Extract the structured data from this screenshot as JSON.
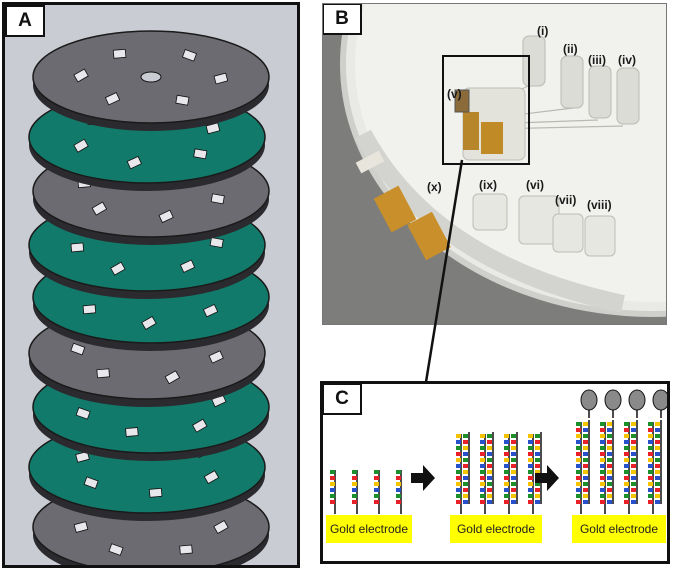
{
  "panels": {
    "a": {
      "label": "A"
    },
    "b": {
      "label": "B",
      "regions": [
        "(i)",
        "(ii)",
        "(iii)",
        "(iv)",
        "(v)",
        "(vi)",
        "(vii)",
        "(viii)",
        "(ix)",
        "(x)"
      ]
    },
    "c": {
      "label": "C",
      "electrode_label": "Gold electrode",
      "stages": [
        {
          "electrode": "Gold electrode"
        },
        {
          "electrode": "Gold electrode"
        },
        {
          "electrode": "Gold electrode"
        }
      ]
    }
  },
  "colors": {
    "disc_grey": "#6b6b71",
    "disc_teal": "#127a6a",
    "gold": "#ffff00",
    "strand_colors": [
      "#e8202a",
      "#1b8f2c",
      "#2850c8",
      "#f4c400"
    ]
  }
}
